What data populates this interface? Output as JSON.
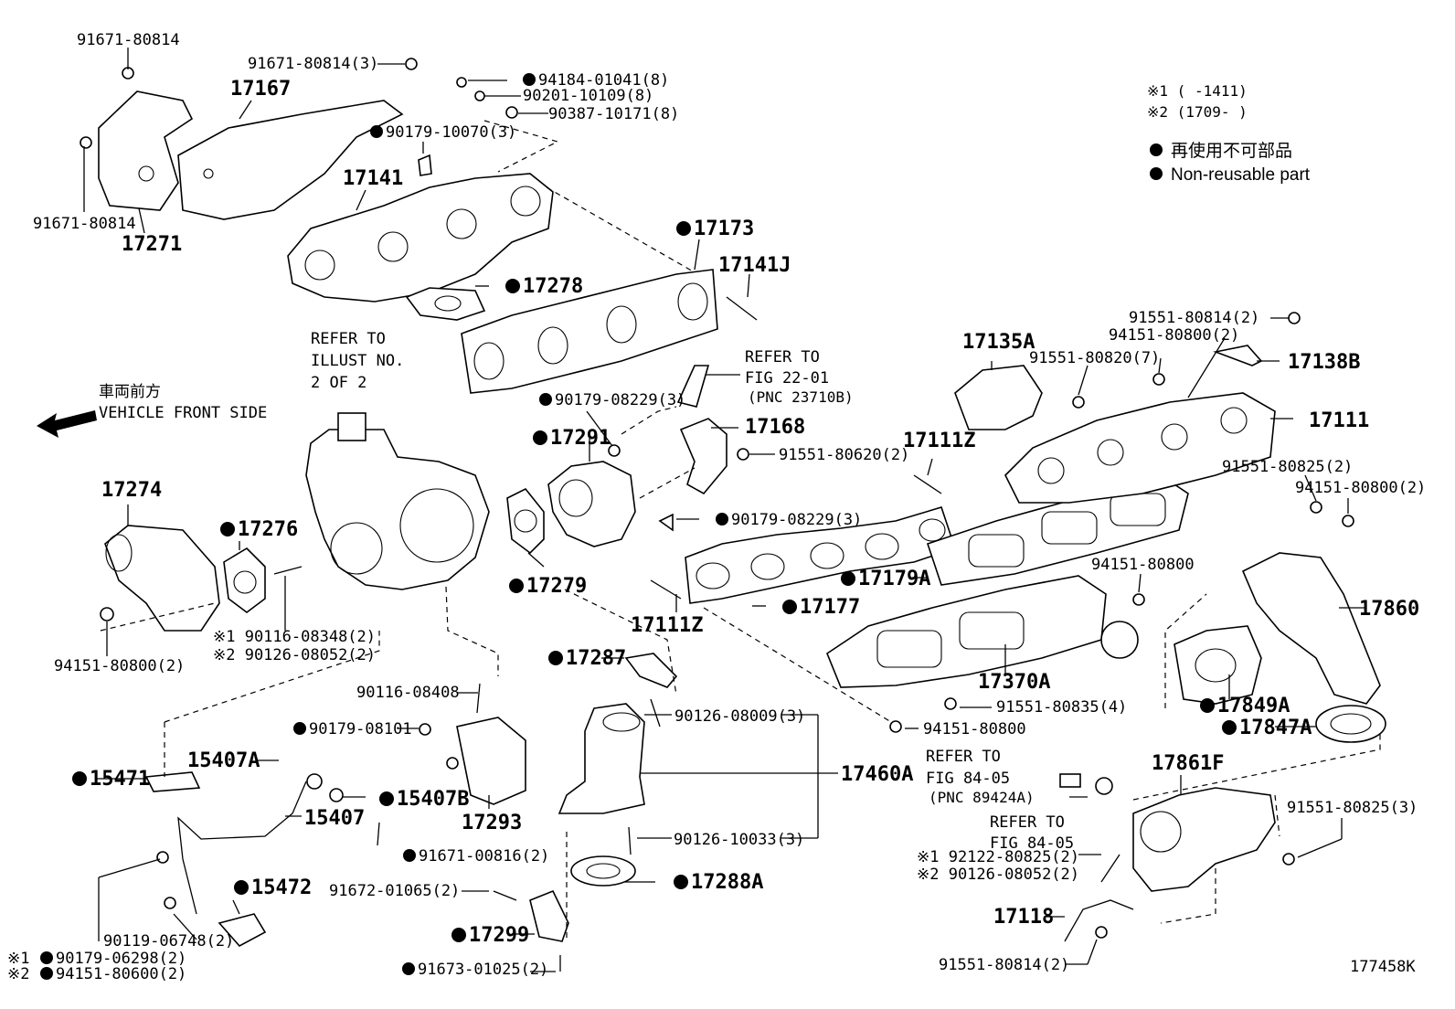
{
  "legend": {
    "note1": "※1 (      -1411)",
    "note2": "※2 (1709-      )",
    "nonreusable_jp": "再使用不可部品",
    "nonreusable_en": "Non-reusable part"
  },
  "vehicle_front": {
    "jp": "車両前方",
    "en": "VEHICLE FRONT SIDE"
  },
  "refers": {
    "illust": [
      "REFER TO",
      "ILLUST NO.",
      "2 OF 2"
    ],
    "fig2201": [
      "REFER TO",
      "FIG 22-01",
      "(PNC 23710B)"
    ],
    "fig8405a": [
      "REFER TO",
      "FIG 84-05",
      "(PNC 89424A)"
    ],
    "fig8405b": [
      "REFER TO",
      "FIG 84-05"
    ]
  },
  "diagram_id": "177458K",
  "parts": [
    {
      "id": "p1",
      "text": "91671-80814",
      "dot": false,
      "big": false
    },
    {
      "id": "p2",
      "text": "91671-80814(3)",
      "dot": false,
      "big": false
    },
    {
      "id": "p3",
      "text": "17167",
      "dot": false,
      "big": true
    },
    {
      "id": "p4",
      "text": "94184-01041(8)",
      "dot": true,
      "big": false
    },
    {
      "id": "p5",
      "text": "90201-10109(8)",
      "dot": false,
      "big": false
    },
    {
      "id": "p6",
      "text": "90387-10171(8)",
      "dot": false,
      "big": false
    },
    {
      "id": "p7",
      "text": "90179-10070(3)",
      "dot": true,
      "big": false
    },
    {
      "id": "p8",
      "text": "17141",
      "dot": false,
      "big": true
    },
    {
      "id": "p9",
      "text": "91671-80814",
      "dot": false,
      "big": false
    },
    {
      "id": "p10",
      "text": "17271",
      "dot": false,
      "big": true
    },
    {
      "id": "p11",
      "text": "17173",
      "dot": true,
      "big": true
    },
    {
      "id": "p12",
      "text": "17141J",
      "dot": false,
      "big": true
    },
    {
      "id": "p13",
      "text": "17278",
      "dot": true,
      "big": true
    },
    {
      "id": "p14",
      "text": "90179-08229(3)",
      "dot": true,
      "big": false
    },
    {
      "id": "p15",
      "text": "17168",
      "dot": false,
      "big": true
    },
    {
      "id": "p16",
      "text": "91551-80620(2)",
      "dot": false,
      "big": false
    },
    {
      "id": "p17",
      "text": "17291",
      "dot": true,
      "big": true
    },
    {
      "id": "p18",
      "text": "90179-08229(3)",
      "dot": true,
      "big": false
    },
    {
      "id": "p19",
      "text": "17274",
      "dot": false,
      "big": true
    },
    {
      "id": "p20",
      "text": "17276",
      "dot": true,
      "big": true
    },
    {
      "id": "p21",
      "text": "17279",
      "dot": true,
      "big": true
    },
    {
      "id": "p22",
      "text": "※1 90116-08348(2)",
      "dot": false,
      "big": false
    },
    {
      "id": "p23",
      "text": "※2 90126-08052(2)",
      "dot": false,
      "big": false
    },
    {
      "id": "p24",
      "text": "94151-80800(2)",
      "dot": false,
      "big": false
    },
    {
      "id": "p25",
      "text": "17111Z",
      "dot": false,
      "big": true
    },
    {
      "id": "p26",
      "text": "17179A",
      "dot": true,
      "big": true
    },
    {
      "id": "p27",
      "text": "17177",
      "dot": true,
      "big": true
    },
    {
      "id": "p28",
      "text": "17111Z",
      "dot": false,
      "big": true
    },
    {
      "id": "p29",
      "text": "17135A",
      "dot": false,
      "big": true
    },
    {
      "id": "p30",
      "text": "91551-80814(2)",
      "dot": false,
      "big": false
    },
    {
      "id": "p31",
      "text": "94151-80800(2)",
      "dot": false,
      "big": false
    },
    {
      "id": "p32",
      "text": "91551-80820(7)",
      "dot": false,
      "big": false
    },
    {
      "id": "p33",
      "text": "17138B",
      "dot": false,
      "big": true
    },
    {
      "id": "p34",
      "text": "17111",
      "dot": false,
      "big": true
    },
    {
      "id": "p35",
      "text": "91551-80825(2)",
      "dot": false,
      "big": false
    },
    {
      "id": "p36",
      "text": "94151-80800(2)",
      "dot": false,
      "big": false
    },
    {
      "id": "p37",
      "text": "94151-80800",
      "dot": false,
      "big": false
    },
    {
      "id": "p38",
      "text": "17860",
      "dot": false,
      "big": true
    },
    {
      "id": "p39",
      "text": "17287",
      "dot": true,
      "big": true
    },
    {
      "id": "p40",
      "text": "90116-08408",
      "dot": false,
      "big": false
    },
    {
      "id": "p41",
      "text": "90179-08101",
      "dot": true,
      "big": false
    },
    {
      "id": "p42",
      "text": "90126-08009(3)",
      "dot": false,
      "big": false
    },
    {
      "id": "p43",
      "text": "17370A",
      "dot": false,
      "big": true
    },
    {
      "id": "p44",
      "text": "91551-80835(4)",
      "dot": false,
      "big": false
    },
    {
      "id": "p45",
      "text": "17849A",
      "dot": true,
      "big": true
    },
    {
      "id": "p46",
      "text": "94151-80800",
      "dot": false,
      "big": false
    },
    {
      "id": "p47",
      "text": "17847A",
      "dot": true,
      "big": true
    },
    {
      "id": "p48",
      "text": "15471",
      "dot": true,
      "big": true
    },
    {
      "id": "p49",
      "text": "15407A",
      "dot": false,
      "big": true
    },
    {
      "id": "p50",
      "text": "15407B",
      "dot": true,
      "big": true
    },
    {
      "id": "p51",
      "text": "15407",
      "dot": false,
      "big": true
    },
    {
      "id": "p52",
      "text": "17293",
      "dot": false,
      "big": true
    },
    {
      "id": "p53",
      "text": "17460A",
      "dot": false,
      "big": true
    },
    {
      "id": "p54",
      "text": "17861F",
      "dot": false,
      "big": true
    },
    {
      "id": "p55",
      "text": "91671-00816(2)",
      "dot": true,
      "big": false
    },
    {
      "id": "p56",
      "text": "90126-10033(3)",
      "dot": false,
      "big": false
    },
    {
      "id": "p57",
      "text": "91551-80825(3)",
      "dot": false,
      "big": false
    },
    {
      "id": "p58",
      "text": "※1 92122-80825(2)",
      "dot": false,
      "big": false
    },
    {
      "id": "p59",
      "text": "※2 90126-08052(2)",
      "dot": false,
      "big": false
    },
    {
      "id": "p60",
      "text": "15472",
      "dot": true,
      "big": true
    },
    {
      "id": "p61",
      "text": "17288A",
      "dot": true,
      "big": true
    },
    {
      "id": "p62",
      "text": "91672-01065(2)",
      "dot": false,
      "big": false
    },
    {
      "id": "p63",
      "text": "90119-06748(2)",
      "dot": false,
      "big": false
    },
    {
      "id": "p64",
      "text": "17299",
      "dot": true,
      "big": true
    },
    {
      "id": "p65",
      "text": "17118",
      "dot": false,
      "big": true
    },
    {
      "id": "p66",
      "text": "※1 90179-06298(2)",
      "dot": true,
      "big": false
    },
    {
      "id": "p67",
      "text": "※2 94151-80600(2)",
      "dot": true,
      "big": false
    },
    {
      "id": "p68",
      "text": "91673-01025(2)",
      "dot": true,
      "big": false
    },
    {
      "id": "p69",
      "text": "91551-80814(2)",
      "dot": false,
      "big": false
    }
  ]
}
